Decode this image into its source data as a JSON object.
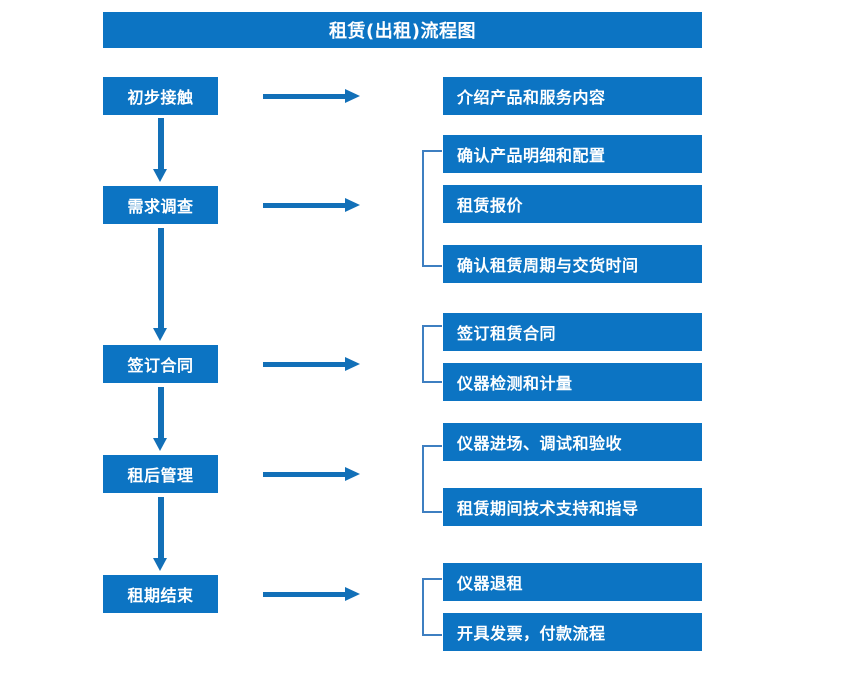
{
  "chart_data": {
    "type": "diagram",
    "title": "租赁(出租)流程图",
    "diagram_kind": "flowchart",
    "orientation": "vertical-stages-with-horizontal-details",
    "stages": [
      {
        "label": "初步接触",
        "details": [
          "介绍产品和服务内容"
        ],
        "bracketed": false
      },
      {
        "label": "需求调查",
        "details": [
          "确认产品明细和配置",
          "租赁报价",
          "确认租赁周期与交货时间"
        ],
        "bracketed": true
      },
      {
        "label": "签订合同",
        "details": [
          "签订租赁合同",
          "仪器检测和计量"
        ],
        "bracketed": true
      },
      {
        "label": "租后管理",
        "details": [
          "仪器进场、调试和验收",
          "租赁期间技术支持和指导"
        ],
        "bracketed": true
      },
      {
        "label": "租期结束",
        "details": [
          "仪器退租",
          "开具发票，付款流程"
        ],
        "bracketed": true
      }
    ]
  },
  "header": {
    "title": "租赁(出租)流程图"
  },
  "stages": [
    {
      "label": "初步接触"
    },
    {
      "label": "需求调查"
    },
    {
      "label": "签订合同"
    },
    {
      "label": "租后管理"
    },
    {
      "label": "租期结束"
    }
  ],
  "details": [
    {
      "label": "介绍产品和服务内容"
    },
    {
      "label": "确认产品明细和配置"
    },
    {
      "label": "租赁报价"
    },
    {
      "label": "确认租赁周期与交货时间"
    },
    {
      "label": "签订租赁合同"
    },
    {
      "label": "仪器检测和计量"
    },
    {
      "label": "仪器进场、调试和验收"
    },
    {
      "label": "租赁期间技术支持和指导"
    },
    {
      "label": "仪器退租"
    },
    {
      "label": "开具发票，付款流程"
    }
  ],
  "colors": {
    "box_fill": "#0C74C3",
    "box_text": "#FFFFFF",
    "arrow": "#1270B8",
    "bracket": "#3E7FC1",
    "background": "#FFFFFF"
  }
}
